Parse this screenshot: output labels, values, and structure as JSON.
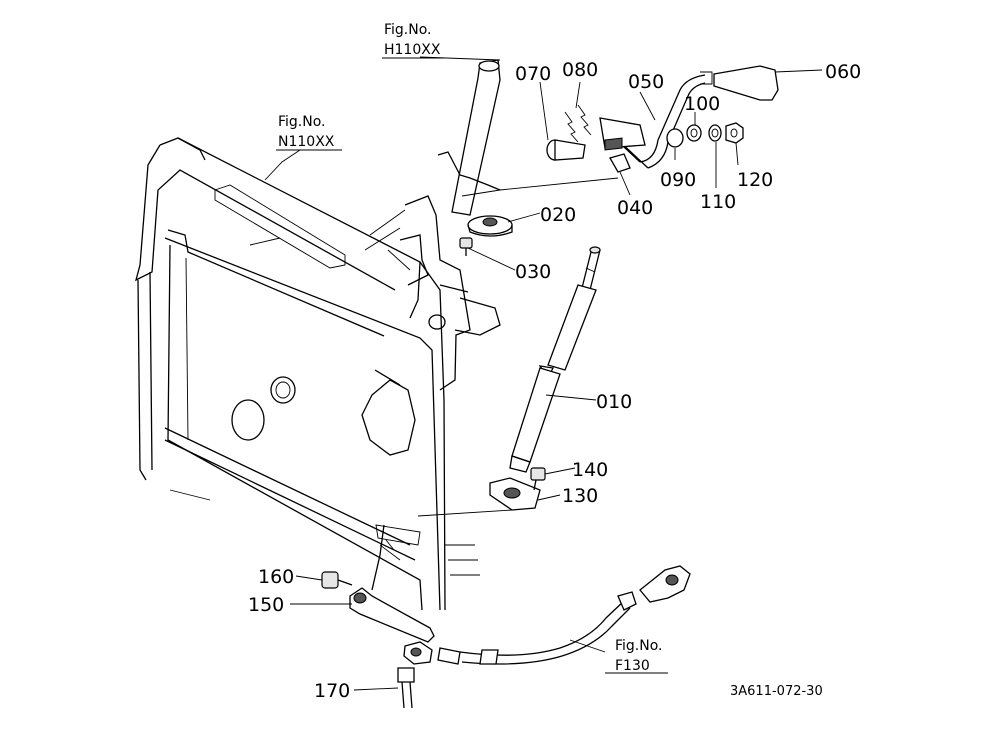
{
  "diagram": {
    "part_labels": [
      "010",
      "020",
      "030",
      "040",
      "050",
      "060",
      "070",
      "080",
      "090",
      "100",
      "110",
      "120",
      "130",
      "140",
      "150",
      "160",
      "170"
    ],
    "fig_refs": [
      {
        "key": "h110",
        "top": "Fig.No.",
        "bottom": "H110XX"
      },
      {
        "key": "n110",
        "top": "Fig.No.",
        "bottom": "N110XX"
      },
      {
        "key": "f130",
        "top": "Fig.No.",
        "bottom": "F130"
      }
    ],
    "drawing_code": "3A611-072-30"
  }
}
